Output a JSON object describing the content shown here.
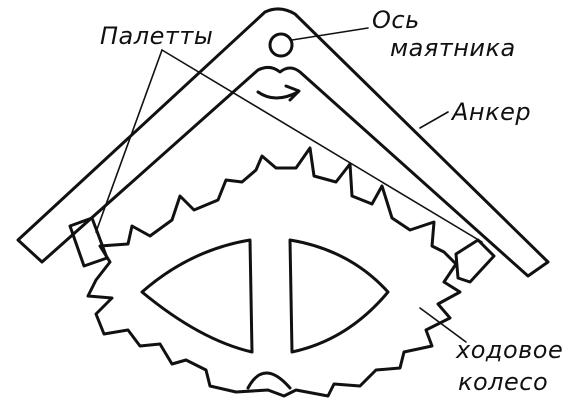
{
  "labels": {
    "pallets": "Палетты",
    "pendulum_axis_line1": "Ось",
    "pendulum_axis_line2": "маятника",
    "anchor": "Анкер",
    "escape_wheel_line1": "ходовое",
    "escape_wheel_line2": "колесо"
  },
  "colors": {
    "ink": "#111111",
    "paper": "#ffffff"
  },
  "icons": {
    "rotation_arrow": "curved-arrow-right-icon"
  }
}
